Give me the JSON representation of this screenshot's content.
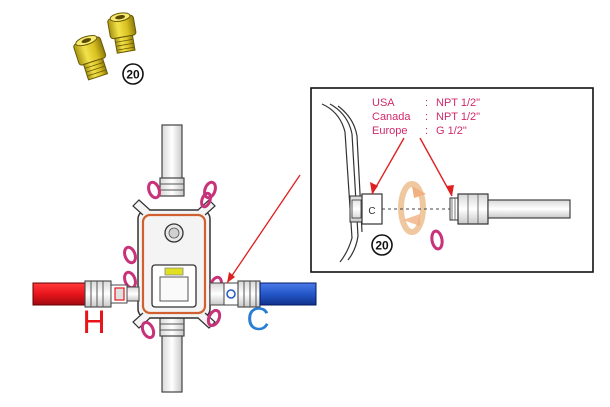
{
  "part_callout": "20",
  "detail_callout": "20",
  "labels": {
    "hot": "H",
    "cold": "C"
  },
  "spec_lines": [
    {
      "region": "USA",
      "sep": ":",
      "spec": "NPT 1/2\""
    },
    {
      "region": "Canada",
      "sep": ":",
      "spec": "NPT 1/2\""
    },
    {
      "region": "Europe",
      "sep": ":",
      "spec": "G 1/2\""
    }
  ],
  "colors": {
    "hot_pipe": "#e8141c",
    "cold_pipe": "#2456c8",
    "hot_label": "#e8141c",
    "cold_label": "#2a7fd4",
    "seal_ring": "#c8327a",
    "spec_text": "#d02a6a",
    "arrow": "#e02020",
    "brass": "#d8c020",
    "valve_outline": "#d06030",
    "indicator": "#e0e020"
  },
  "icons": {
    "fitting": "brass-fitting-icon",
    "seal": "seal-ring-icon",
    "rotate": "rotate-arrow-icon"
  }
}
